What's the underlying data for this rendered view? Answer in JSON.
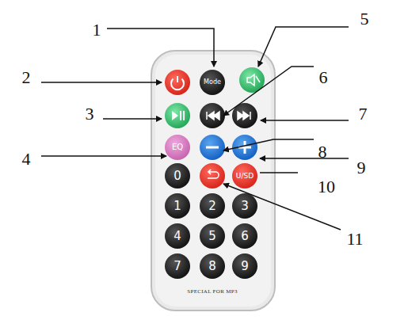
{
  "diagram": {
    "labels": [
      "1",
      "2",
      "3",
      "4",
      "5",
      "6",
      "7",
      "8",
      "9",
      "10",
      "11",
      "Mode",
      "EQ",
      "0",
      "U/SD",
      "1",
      "2",
      "3",
      "4",
      "5",
      "6",
      "7",
      "8",
      "9",
      "SPECIAL FOR MP3"
    ]
  }
}
